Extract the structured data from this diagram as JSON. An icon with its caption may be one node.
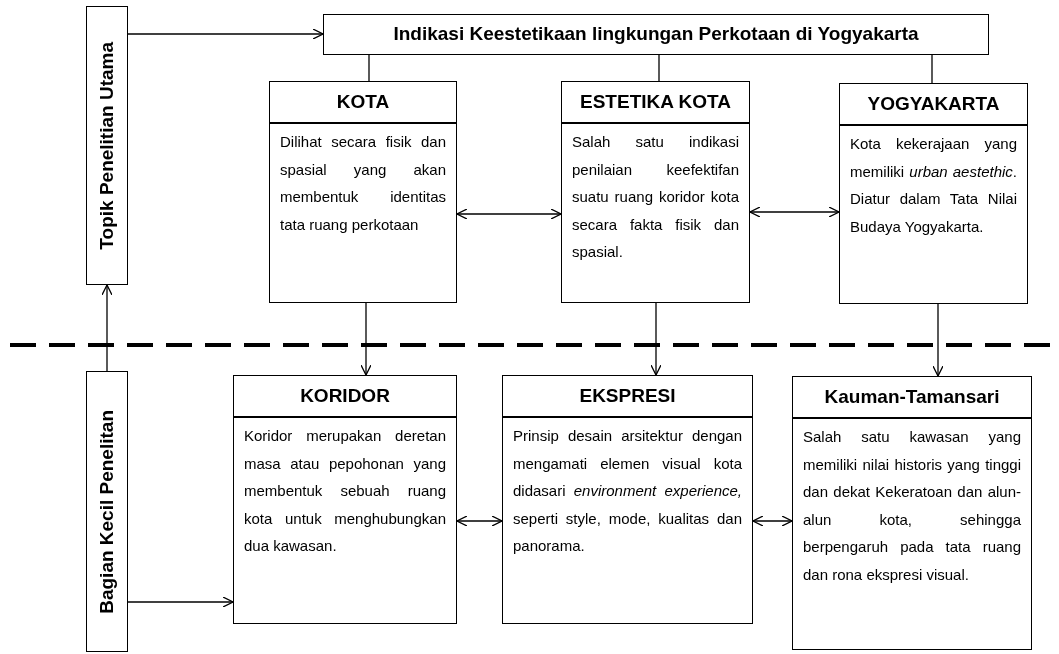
{
  "diagram": {
    "nodes": [
      {
        "text": [
          "Topik Penelitian Utama"
        ]
      },
      {
        "text": [
          "Bagian Kecil Penelitan"
        ]
      },
      {
        "text": [
          "Indikasi Keestetikaan lingkungan Perkotaan di Yogyakarta"
        ]
      },
      {
        "text": [
          "KOTA",
          "Dilihat secara fisik dan spasial yang akan membentuk identitas tata ruang perkotaan"
        ]
      },
      {
        "text": [
          "ESTETIKA KOTA",
          "Salah satu indikasi penilaian keefektifan suatu ruang koridor kota secara fakta fisik dan spasial."
        ]
      },
      {
        "text": [
          "YOGYAKARTA",
          "Kota kekerajaan yang memiliki *urban aestethic*. Diatur dalam Tata Nilai Budaya Yogyakarta."
        ]
      },
      {
        "text": [
          "KORIDOR",
          "Koridor merupakan deretan masa atau pepohonan yang membentuk sebuah ruang kota untuk menghubungkan dua kawasan."
        ]
      },
      {
        "text": [
          "EKSPRESI",
          "Prinsip desain arsitektur dengan mengamati elemen visual kota didasari *environment experience,* seperti style, mode, kualitas dan panorama."
        ]
      },
      {
        "text": [
          "Kauman-Tamansari",
          "Salah satu kawasan yang memiliki nilai historis yang tinggi dan dekat Kekeratoan dan alun-alun kota, sehingga berpengaruh pada tata ruang dan rona ekspresi visual."
        ]
      }
    ],
    "edges": [
      {
        "from": 0,
        "to": 2,
        "arrow": "to"
      },
      {
        "from": 1,
        "to": 0,
        "arrow": "to"
      },
      {
        "from": 1,
        "to": 6,
        "arrow": "to"
      },
      {
        "from": 2,
        "to": 3,
        "arrow": "none"
      },
      {
        "from": 2,
        "to": 4,
        "arrow": "none"
      },
      {
        "from": 2,
        "to": 5,
        "arrow": "none"
      },
      {
        "from": 3,
        "to": 4,
        "arrow": "both"
      },
      {
        "from": 4,
        "to": 5,
        "arrow": "both"
      },
      {
        "from": 3,
        "to": 6,
        "arrow": "to"
      },
      {
        "from": 4,
        "to": 7,
        "arrow": "to"
      },
      {
        "from": 5,
        "to": 8,
        "arrow": "to"
      },
      {
        "from": 6,
        "to": 7,
        "arrow": "both"
      },
      {
        "from": 7,
        "to": 8,
        "arrow": "both"
      }
    ]
  }
}
